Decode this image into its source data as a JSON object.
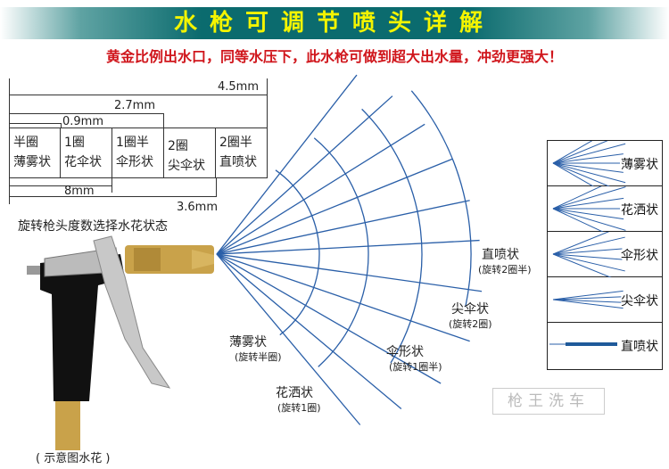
{
  "title": "水枪可调节喷头详解",
  "subtitle": "黄金比例出水口，同等水压下，此水枪可做到超大出水量，冲劲更强大！",
  "dimensions": {
    "d45": "4.5mm",
    "d27": "2.7mm",
    "d09": "0.9mm",
    "d8": "8mm",
    "d36": "3.6mm"
  },
  "cells": [
    {
      "a": "半圈",
      "b": "薄雾状"
    },
    {
      "a": "1圈",
      "b": "花伞状"
    },
    {
      "a": "1圈半",
      "b": "伞形状"
    },
    {
      "a": "2圈",
      "b": "尖伞状"
    },
    {
      "a": "2圈半",
      "b": "直喷状"
    }
  ],
  "rotate_caption": "旋转枪头度数选择水花状态",
  "gun_caption": "( 示意图水花 )",
  "spray_labels": [
    {
      "name": "直喷状",
      "turn": "(旋转2圈半)"
    },
    {
      "name": "尖伞状",
      "turn": "(旋转2圈)"
    },
    {
      "name": "伞形状",
      "turn": "(旋转1圈半)"
    },
    {
      "name": "薄雾状",
      "turn": "(旋转半圈)"
    },
    {
      "name": "花洒状",
      "turn": "(旋转1圈)"
    }
  ],
  "legend": [
    "薄雾状",
    "花洒状",
    "伞形状",
    "尖伞状",
    "直喷状"
  ],
  "watermark": "枪王洗车",
  "colors": {
    "spray": "#2a5fa8",
    "banner": "#0b6b6e",
    "title": "#f4f400",
    "subtitle": "#d0161c"
  }
}
